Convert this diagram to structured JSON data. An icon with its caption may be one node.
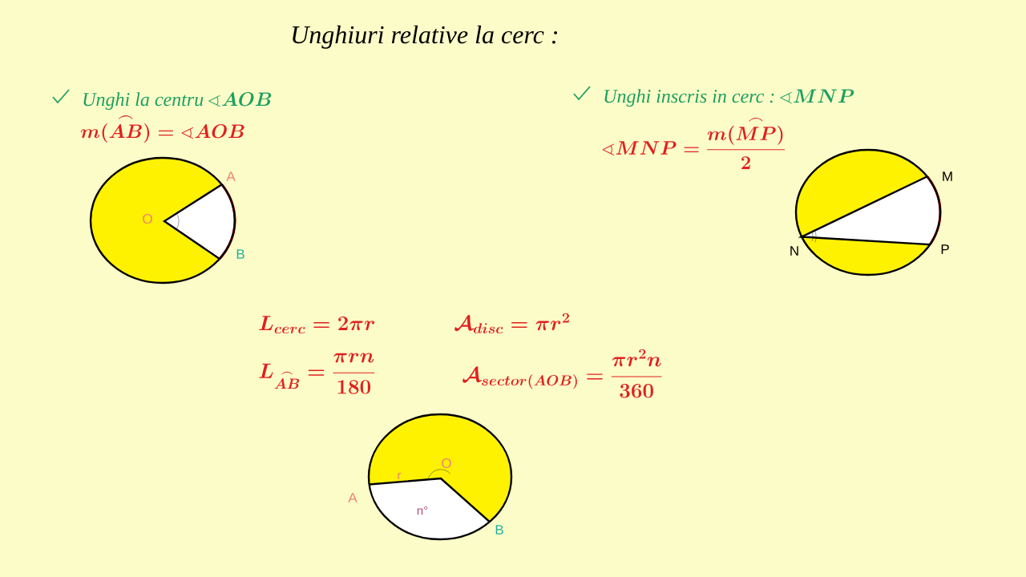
{
  "diagram": {
    "title": "Unghiuri relative la cerc :",
    "labels": [
      "\\textit{Unghi la centru}\\,\\sphericalangle AOB",
      "\\textit{Unghi inscris in cerc :}\\,\\sphericalangle MNP",
      "m(\\overset{\\frown}{AB}) = \\sphericalangle AOB",
      "\\sphericalangle MNP = \\dfrac{m(\\overset{\\frown}{MP})}{2}",
      "A",
      "O",
      "B",
      "M",
      "N",
      "P",
      "L_{cerc} = 2\\pi r",
      "\\mathcal{A}_{disc} = \\pi r^2",
      "L_{\\overset{\\frown}{AB}} = \\dfrac{\\pi r n}{180}",
      "\\mathcal{A}_{sector(AOB)} = \\dfrac{\\pi r^2 n}{360}",
      "O",
      "r",
      "A",
      "n°",
      "B"
    ]
  }
}
